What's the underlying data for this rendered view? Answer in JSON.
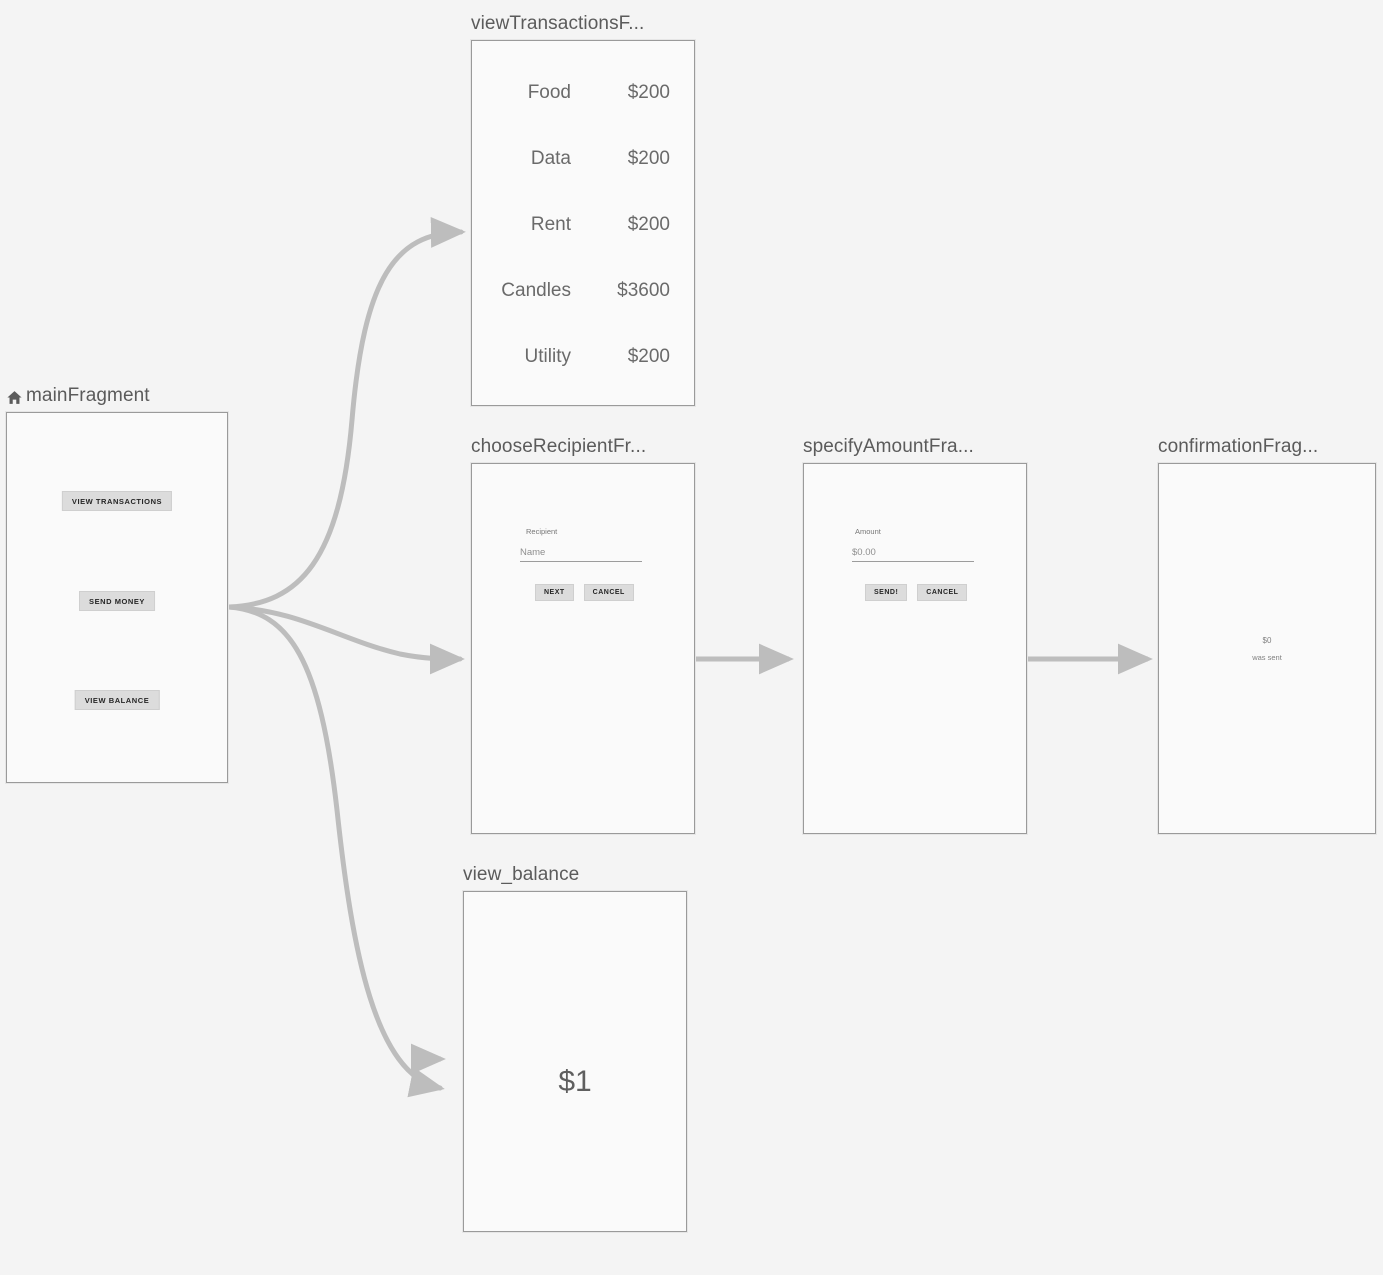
{
  "canvas": {
    "background": "#f4f4f4",
    "edge_color": "#bdbdbd",
    "frame_border_color": "#9a9a9a",
    "frame_fill_color": "#fafafa",
    "title_color": "#5b5b5b"
  },
  "nodes": {
    "main": {
      "title": "mainFragment",
      "icon": "home-icon",
      "is_start_destination": true,
      "buttons": [
        {
          "label": "VIEW TRANSACTIONS"
        },
        {
          "label": "SEND MONEY"
        },
        {
          "label": "VIEW BALANCE"
        }
      ]
    },
    "view_transactions": {
      "title": "viewTransactionsF...",
      "transactions": [
        {
          "label": "Food",
          "amount": "$200"
        },
        {
          "label": "Data",
          "amount": "$200"
        },
        {
          "label": "Rent",
          "amount": "$200"
        },
        {
          "label": "Candles",
          "amount": "$3600"
        },
        {
          "label": "Utility",
          "amount": "$200"
        }
      ]
    },
    "choose_recipient": {
      "title": "chooseRecipientFr...",
      "field_label": "Recipient",
      "field_placeholder": "Name",
      "primary_button": "NEXT",
      "secondary_button": "CANCEL"
    },
    "specify_amount": {
      "title": "specifyAmountFra...",
      "field_label": "Amount",
      "field_placeholder": "$0.00",
      "primary_button": "SEND!",
      "secondary_button": "CANCEL"
    },
    "confirmation": {
      "title": "confirmationFrag...",
      "amount": "$0",
      "message": "was sent"
    },
    "view_balance": {
      "title": "view_balance",
      "balance": "$1"
    }
  }
}
